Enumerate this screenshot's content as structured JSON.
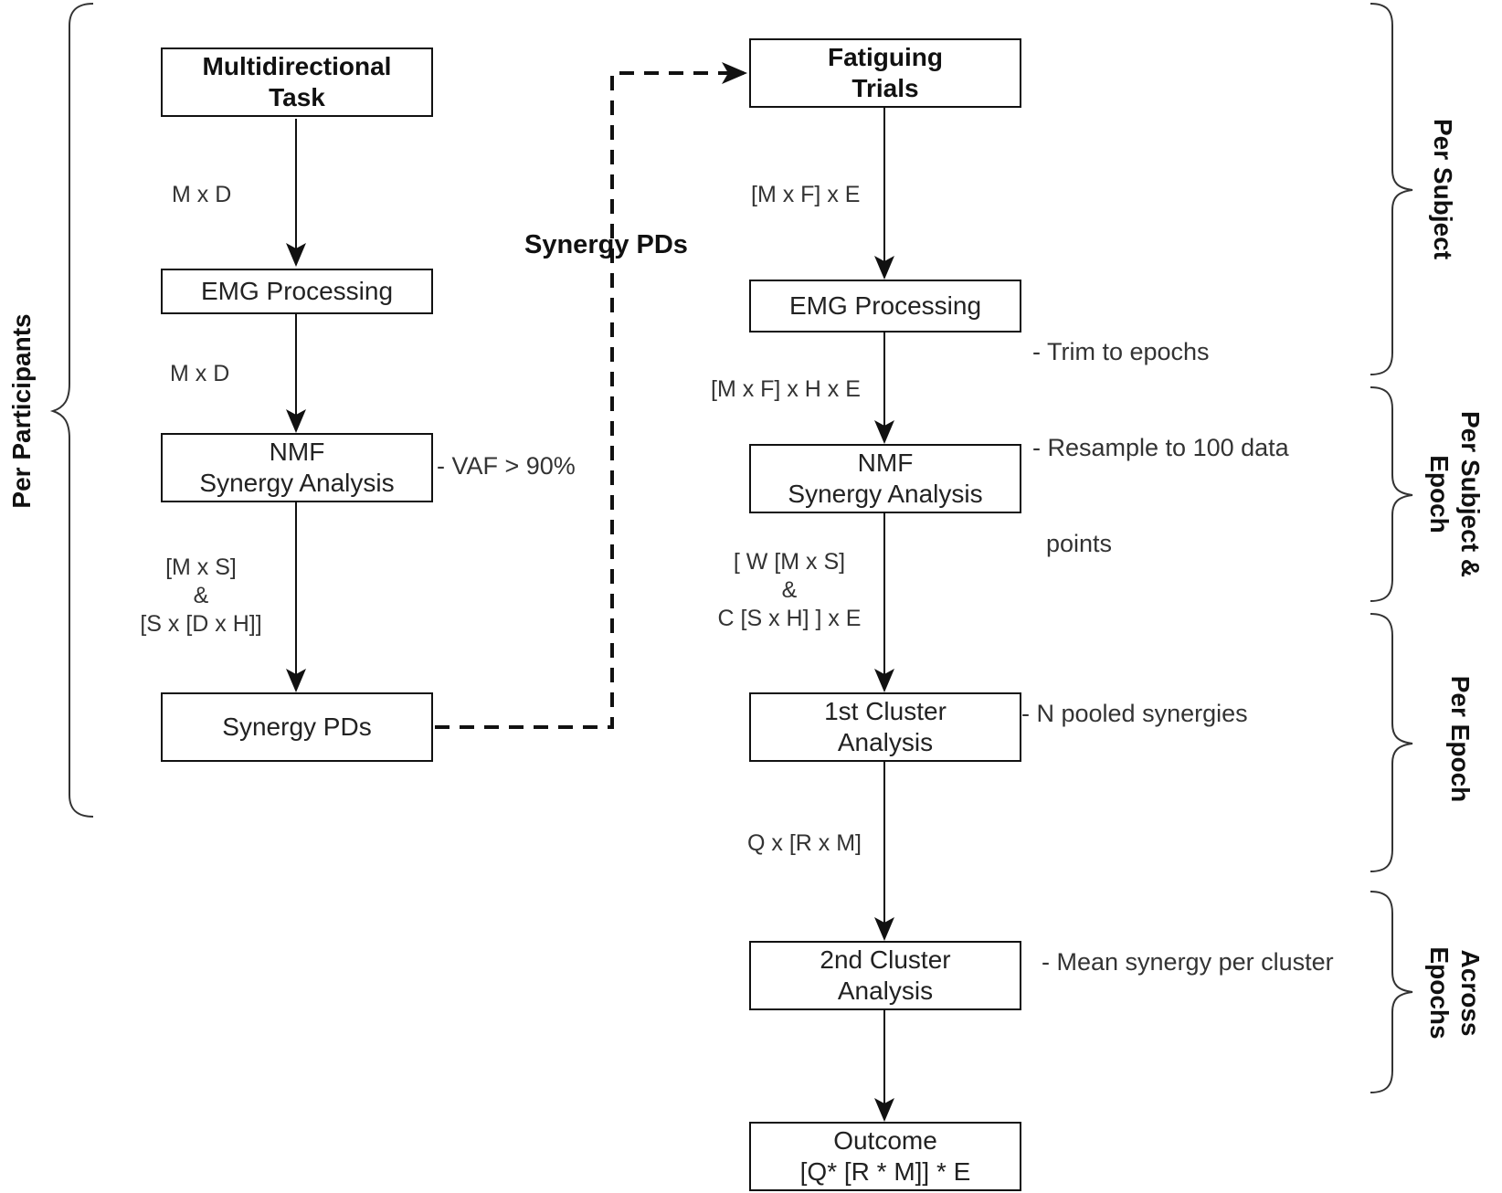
{
  "left_flow": {
    "boxes": {
      "multidirectional_task": [
        "Multidirectional",
        "Task"
      ],
      "emg_processing": "EMG Processing",
      "nmf_synergy": [
        "NMF",
        "Synergy Analysis"
      ],
      "synergy_pds": "Synergy PDs"
    },
    "edge_labels": {
      "task_to_emg": "M x D",
      "emg_to_nmf": "M x D",
      "nmf_to_pds": [
        "[M x S]",
        "&",
        "[S x [D x H]]"
      ]
    },
    "notes": {
      "vaf": "- VAF > 90%"
    }
  },
  "connector": {
    "label": "Synergy PDs"
  },
  "right_flow": {
    "boxes": {
      "fatiguing_trials": [
        "Fatiguing",
        "Trials"
      ],
      "emg_processing": "EMG Processing",
      "nmf_synergy": [
        "NMF",
        "Synergy Analysis"
      ],
      "first_cluster": [
        "1st Cluster",
        "Analysis"
      ],
      "second_cluster": [
        "2nd Cluster",
        "Analysis"
      ],
      "outcome": [
        "Outcome",
        "[Q* [R * M]] * E"
      ]
    },
    "edge_labels": {
      "trials_to_emg": "[M x F] x E",
      "emg_to_nmf": "[M x F] x H x E",
      "nmf_to_cluster1": [
        "[ W [M x S]",
        "&",
        "C [S x H]  ] x E"
      ],
      "cluster1_to_cluster2": "Q x [R x M]"
    },
    "notes": {
      "emg": [
        "- Trim to epochs",
        "- Resample to 100 data",
        "  points"
      ],
      "cluster1": "- N pooled synergies",
      "cluster2": "- Mean synergy per cluster"
    }
  },
  "brackets": {
    "left": "Per Participants",
    "per_subject": "Per Subject",
    "per_subject_epoch": [
      "Per Subject &",
      "Epoch"
    ],
    "per_epoch": "Per Epoch",
    "across_epochs": [
      "Across",
      "Epochs"
    ]
  }
}
